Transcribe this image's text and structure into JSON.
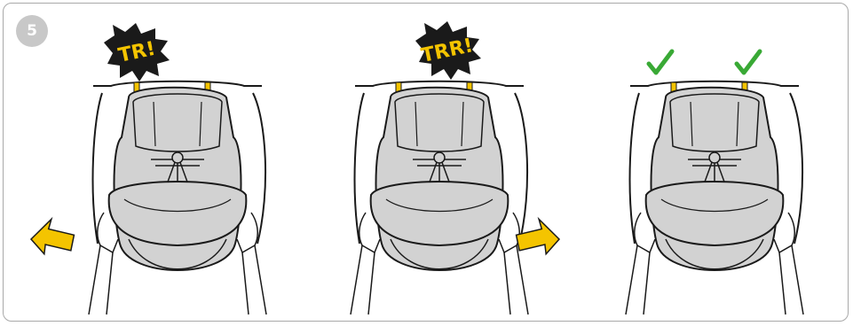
{
  "step": {
    "number": "5"
  },
  "panels": [
    {
      "sound": "TR!",
      "arrow": "left",
      "status": "sound"
    },
    {
      "sound": "TRR!",
      "arrow": "right",
      "status": "sound"
    },
    {
      "sound": "",
      "arrow": "none",
      "status": "done"
    }
  ],
  "colors": {
    "seat": "#d2d2d2",
    "outline": "#1a1a1a",
    "arrow": "#f4c400",
    "burst": "#1a1a1a",
    "check": "#39a935",
    "anchor": "#f4c400",
    "badge": "#c8c8c8"
  },
  "icons": [
    "sound-burst-icon",
    "push-arrow-icon",
    "checkmark-icon"
  ]
}
